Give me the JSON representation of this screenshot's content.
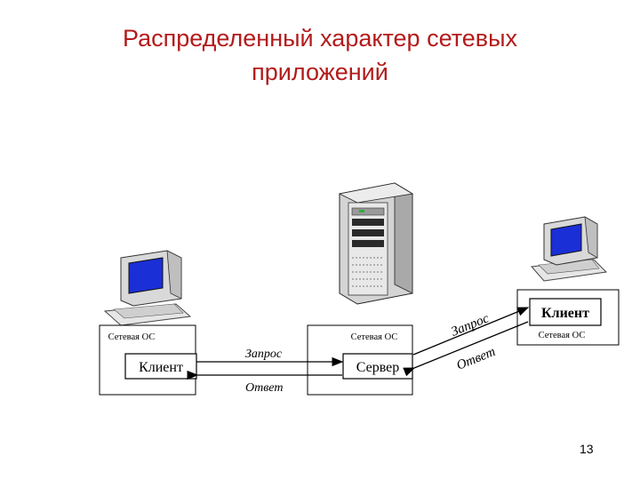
{
  "title": {
    "line1": "Распределенный характер сетевых",
    "line2": "приложений"
  },
  "nodes": {
    "left": {
      "os_label": "Сетевая ОС",
      "box_label": "Клиент",
      "device": "computer-icon"
    },
    "center": {
      "os_label": "Сетевая ОС",
      "box_label": "Сервер",
      "device": "server-tower-icon"
    },
    "right": {
      "os_label": "Сетевая ОС",
      "box_label": "Клиент",
      "device": "computer-icon"
    }
  },
  "links": {
    "left": {
      "request": "Запрос",
      "response": "Ответ"
    },
    "right": {
      "request": "Запрос",
      "response": "Ответ"
    }
  },
  "page_number": "13",
  "colors": {
    "title": "#b31b1b",
    "screen": "#1a2fd6",
    "line": "#000000"
  }
}
